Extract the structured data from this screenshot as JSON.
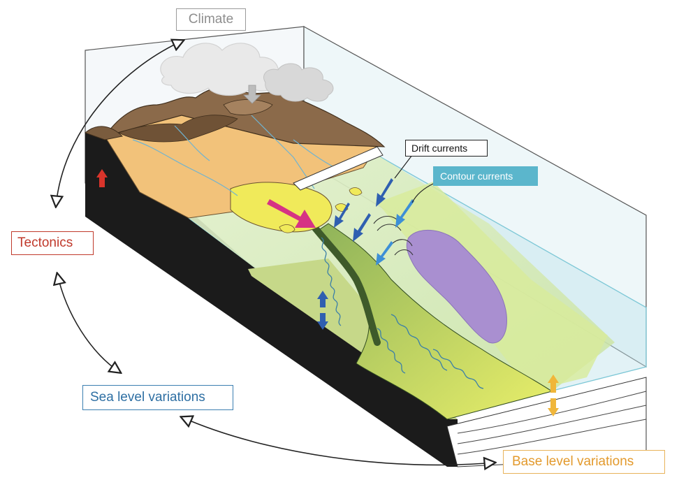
{
  "labels": {
    "climate": "Climate",
    "tectonics": "Tectonics",
    "sea_level": "Sea  level  variations",
    "base_level": "Base  level  variations",
    "drift_currents": "Drift  currents",
    "contour_currents": "Contour  currents"
  },
  "colors": {
    "climate": "#8e8e8e",
    "tectonics": "#c0392b",
    "sea_level": "#2e6fa3",
    "base_level": "#e39a2d",
    "contour_label_bg": "#5bb6cc",
    "water": "#bfe3ea",
    "mountains": "#8b6a4a",
    "coastal_plain": "#f2c27a",
    "delta": "#f0ea5a",
    "shelf": "#cfe6b0",
    "canyon": "#3e5a2a",
    "contourite_drift": "#a98fd0",
    "bedrock": "#1b1b1b",
    "sediment_flow_arrow": "#d63384",
    "current_arrows": "#2f5fb0",
    "uplift_arrow": "#d9342b",
    "base_level_arrow": "#f0b63a"
  },
  "icons": [
    "cloud-icon",
    "uplift-arrow-icon",
    "sediment-flow-arrow-icon",
    "drift-current-arrow-icon",
    "sea-level-arrow-icon",
    "base-level-arrow-icon"
  ]
}
